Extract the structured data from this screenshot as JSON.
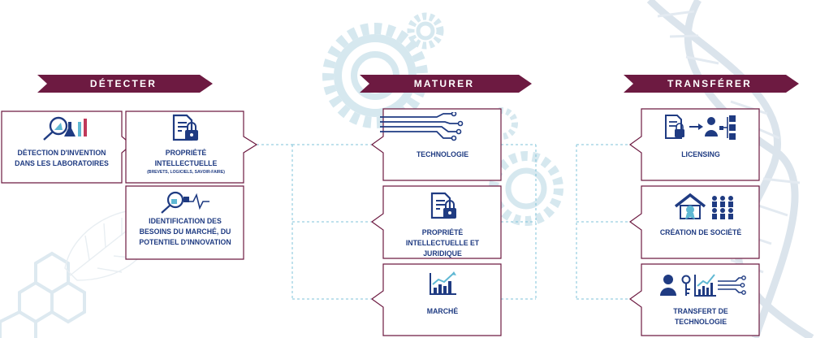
{
  "colors": {
    "banner": "#6d1a41",
    "frame": "#6d1a41",
    "icon": "#1f3b82",
    "text": "#1f3b82",
    "deco": "#d3e6ee",
    "accent": "#5fb8d3"
  },
  "stages": {
    "detect": "DÉTECTER",
    "mature": "MATURER",
    "transfer": "TRANSFÉRER"
  },
  "detect": {
    "invention": "DÉTECTION D'INVENTION DANS LES LABORATOIRES",
    "ip_title": "PROPRIÉTÉ INTELLECTUELLE",
    "ip_sub": "(BREVETS, LOGICIELS, SAVOIR-FAIRE)",
    "market_needs": "IDENTIFICATION DES BESOINS DU MARCHÉ, DU POTENTIEL D'INNOVATION"
  },
  "mature": {
    "technology": "TECHNOLOGIE",
    "ip_legal": "PROPRIÉTÉ INTELLECTUELLE ET JURIDIQUE",
    "market": "MARCHÉ"
  },
  "transfer": {
    "licensing": "LICENSING",
    "company": "CRÉATION DE SOCIÉTÉ",
    "tech_transfer": "TRANSFERT DE TECHNOLOGIE"
  },
  "icons": {
    "invention": "magnifier-flask-icon",
    "ip": "document-lock-icon",
    "market_needs": "magnifier-heartbeat-icon",
    "technology": "circuit-lines-icon",
    "ip_legal": "document-lock-icon",
    "market": "growth-chart-icon",
    "licensing": "document-lock-arrow-person-network-icon",
    "company": "house-medal-team-icon",
    "tech_transfer": "person-key-chart-circuit-icon"
  }
}
